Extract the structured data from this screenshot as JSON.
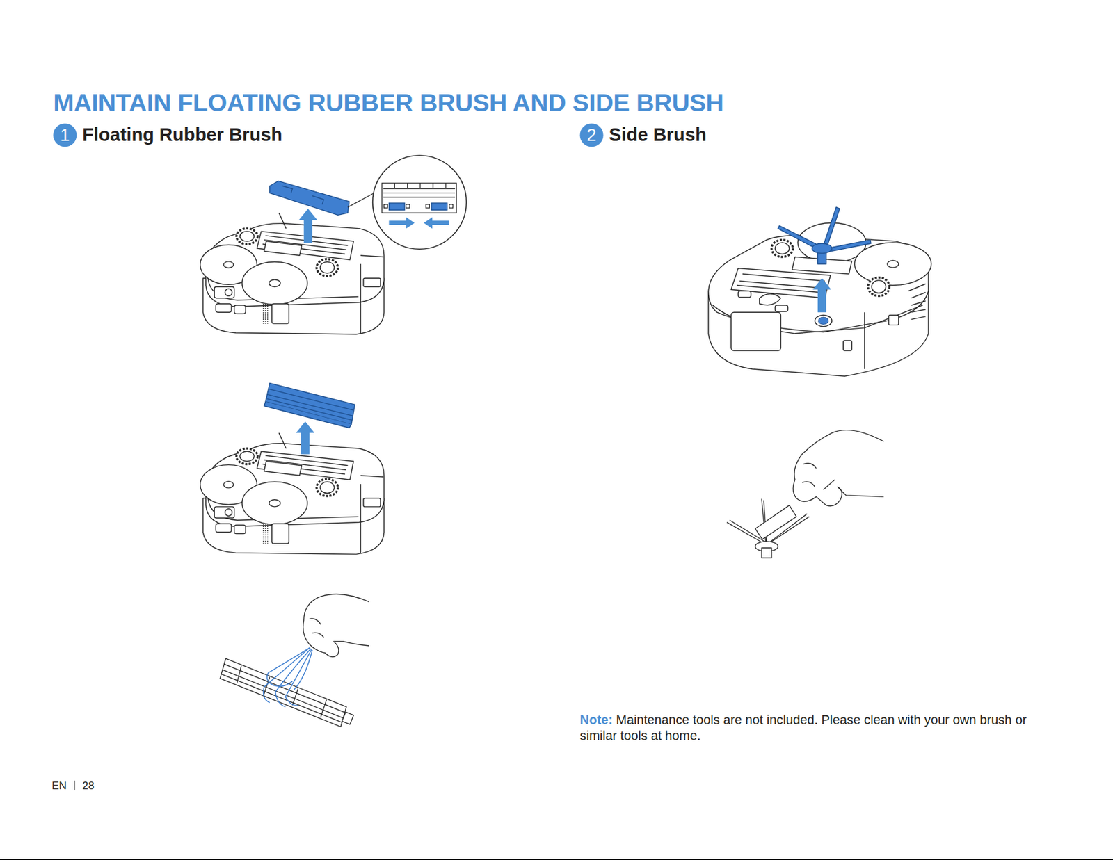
{
  "diagram": {
    "title": "MAINTAIN FLOATING RUBBER BRUSH AND SIDE BRUSH",
    "nodes": [
      {
        "text": [
          "1",
          "Floating Rubber Brush"
        ]
      },
      {
        "text": [
          "2",
          "Side Brush"
        ]
      }
    ],
    "labels": [
      "Note:",
      "Maintenance tools are not included. Please clean with your own brush or similar tools at home.",
      "EN",
      "28"
    ]
  }
}
